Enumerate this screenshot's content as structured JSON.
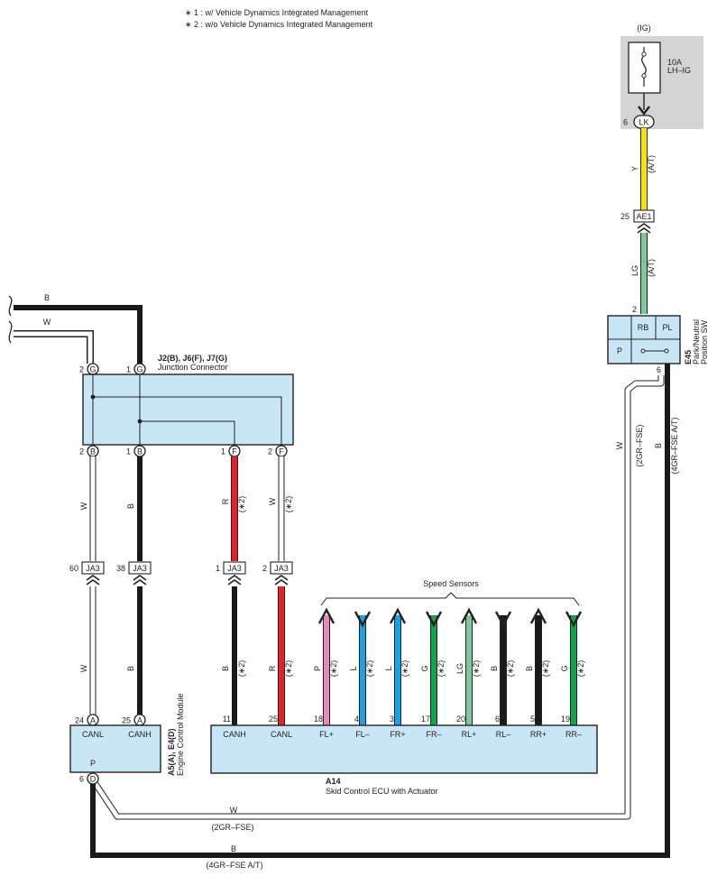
{
  "notes": [
    "∗ 1 : w/ Vehicle Dynamics Integrated Management",
    "∗ 2 : w/o Vehicle Dynamics Integrated Management"
  ],
  "fuse": {
    "supply": "(IG)",
    "rating": "10A",
    "name": "LH–IG",
    "pin": "6",
    "connector": "LK"
  },
  "wires": {
    "y": "Y",
    "lg": "LG",
    "w": "W",
    "b": "B",
    "r": "R",
    "p": "P",
    "l": "L",
    "g": "G",
    "at": "(A/T)",
    "star2": "(∗2)",
    "gr_fse": "(2GR–FSE)",
    "gr_fse_at": "(4GR–FSE A/T)"
  },
  "ae1": {
    "pin": "25",
    "name": "AE1"
  },
  "park_switch": {
    "code": "E45",
    "name1": "Park/Neutral",
    "name2": "Position SW",
    "pin_top": "2",
    "pin_bottom": "6",
    "rb": "RB",
    "pl": "PL",
    "p": "P"
  },
  "junction": {
    "code": "J2(B), J6(F), J7(G)",
    "name": "Junction Connector",
    "top_pins": [
      {
        "num": "2",
        "letter": "G"
      },
      {
        "num": "1",
        "letter": "G"
      }
    ],
    "bottom_pins": [
      {
        "num": "2",
        "letter": "B"
      },
      {
        "num": "1",
        "letter": "B"
      },
      {
        "num": "1",
        "letter": "F"
      },
      {
        "num": "2",
        "letter": "F"
      }
    ]
  },
  "ja3": [
    {
      "num": "60",
      "name": "JA3"
    },
    {
      "num": "38",
      "name": "JA3"
    },
    {
      "num": "1",
      "name": "JA3"
    },
    {
      "num": "2",
      "name": "JA3"
    }
  ],
  "ecm": {
    "code": "A5(A), E4(D)",
    "name": "Engine Control Module",
    "pins": [
      {
        "num": "24",
        "letter": "A",
        "label": "CANL"
      },
      {
        "num": "25",
        "letter": "A",
        "label": "CANH"
      }
    ],
    "p_label": "P",
    "bottom_pin": {
      "num": "6",
      "letter": "D"
    }
  },
  "speed_sensors": "Speed Sensors",
  "skid": {
    "code": "A14",
    "name": "Skid Control ECU with Actuator",
    "pins": [
      {
        "num": "11",
        "label": "CANH"
      },
      {
        "num": "25",
        "label": "CANL"
      },
      {
        "num": "18",
        "label": "FL+"
      },
      {
        "num": "4",
        "label": "FL–"
      },
      {
        "num": "3",
        "label": "FR+"
      },
      {
        "num": "17",
        "label": "FR–"
      },
      {
        "num": "20",
        "label": "RL+"
      },
      {
        "num": "6",
        "label": "RL–"
      },
      {
        "num": "5",
        "label": "RR+"
      },
      {
        "num": "19",
        "label": "RR–"
      }
    ]
  },
  "sensor_wires": [
    {
      "color_name": "P",
      "color": "#e889b8",
      "dir": "up"
    },
    {
      "color_name": "L",
      "color": "#1aa3e0",
      "dir": "down"
    },
    {
      "color_name": "L",
      "color": "#1aa3e0",
      "dir": "up"
    },
    {
      "color_name": "G",
      "color": "#10a54a",
      "dir": "down"
    },
    {
      "color_name": "LG",
      "color": "#7ec99a",
      "dir": "up"
    },
    {
      "color_name": "B",
      "color": "#1a1a1a",
      "dir": "down"
    },
    {
      "color_name": "B",
      "color": "#1a1a1a",
      "dir": "up"
    },
    {
      "color_name": "G",
      "color": "#10a54a",
      "dir": "down"
    }
  ],
  "colors": {
    "yellow": "#f7e200",
    "lightgreen": "#7ec99a",
    "red": "#e8202a",
    "black": "#1a1a1a",
    "box_fill": "#c8e6f5",
    "fuse_bg": "#d4d4d4"
  }
}
